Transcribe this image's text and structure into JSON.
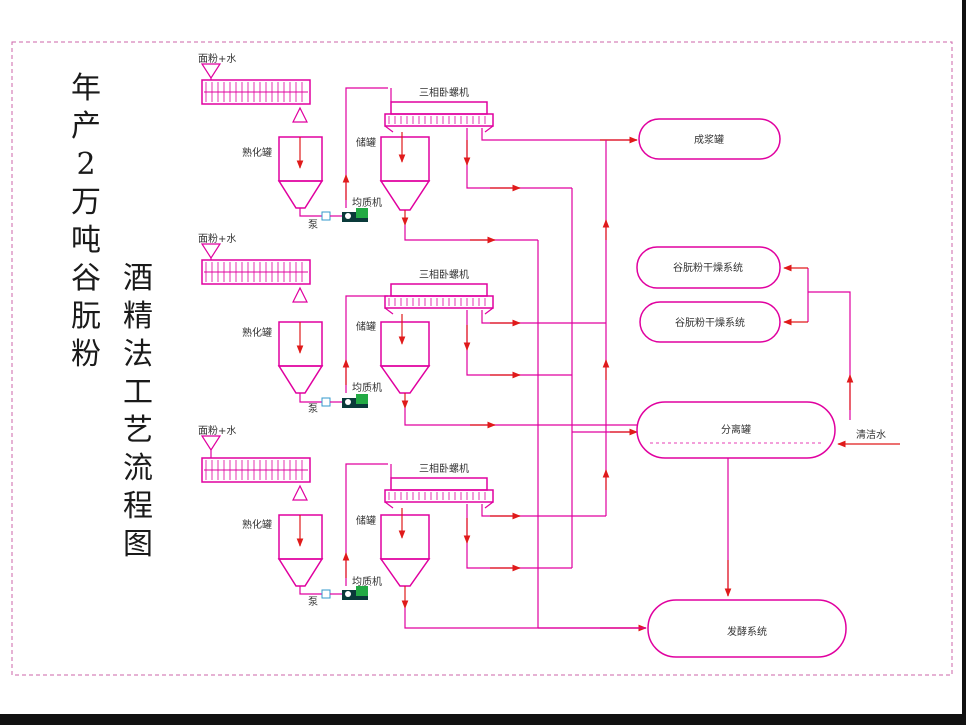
{
  "title_main": "年产2万吨谷朊粉",
  "title_sub": "酒精法工艺流程图",
  "line_labels": {
    "feed": "面粉+水",
    "maturing_tank": "熟化罐",
    "storage_tank": "储罐",
    "homogenizer": "均质机",
    "pump": "泵",
    "centrifuge": "三相卧螺机"
  },
  "vessels": {
    "finished": "成浆罐",
    "dryer_1": "谷朊粉干燥系统",
    "dryer_2": "谷朊粉干燥系统",
    "separator": "分离罐",
    "fermentation": "发酵系统"
  },
  "clean_water": "清洁水",
  "colors": {
    "flow": "#e0009f",
    "arrow": "#e01a1a",
    "border": "#cc66aa",
    "pump": "#22aa44",
    "pump_dark": "#0a3a3a"
  }
}
